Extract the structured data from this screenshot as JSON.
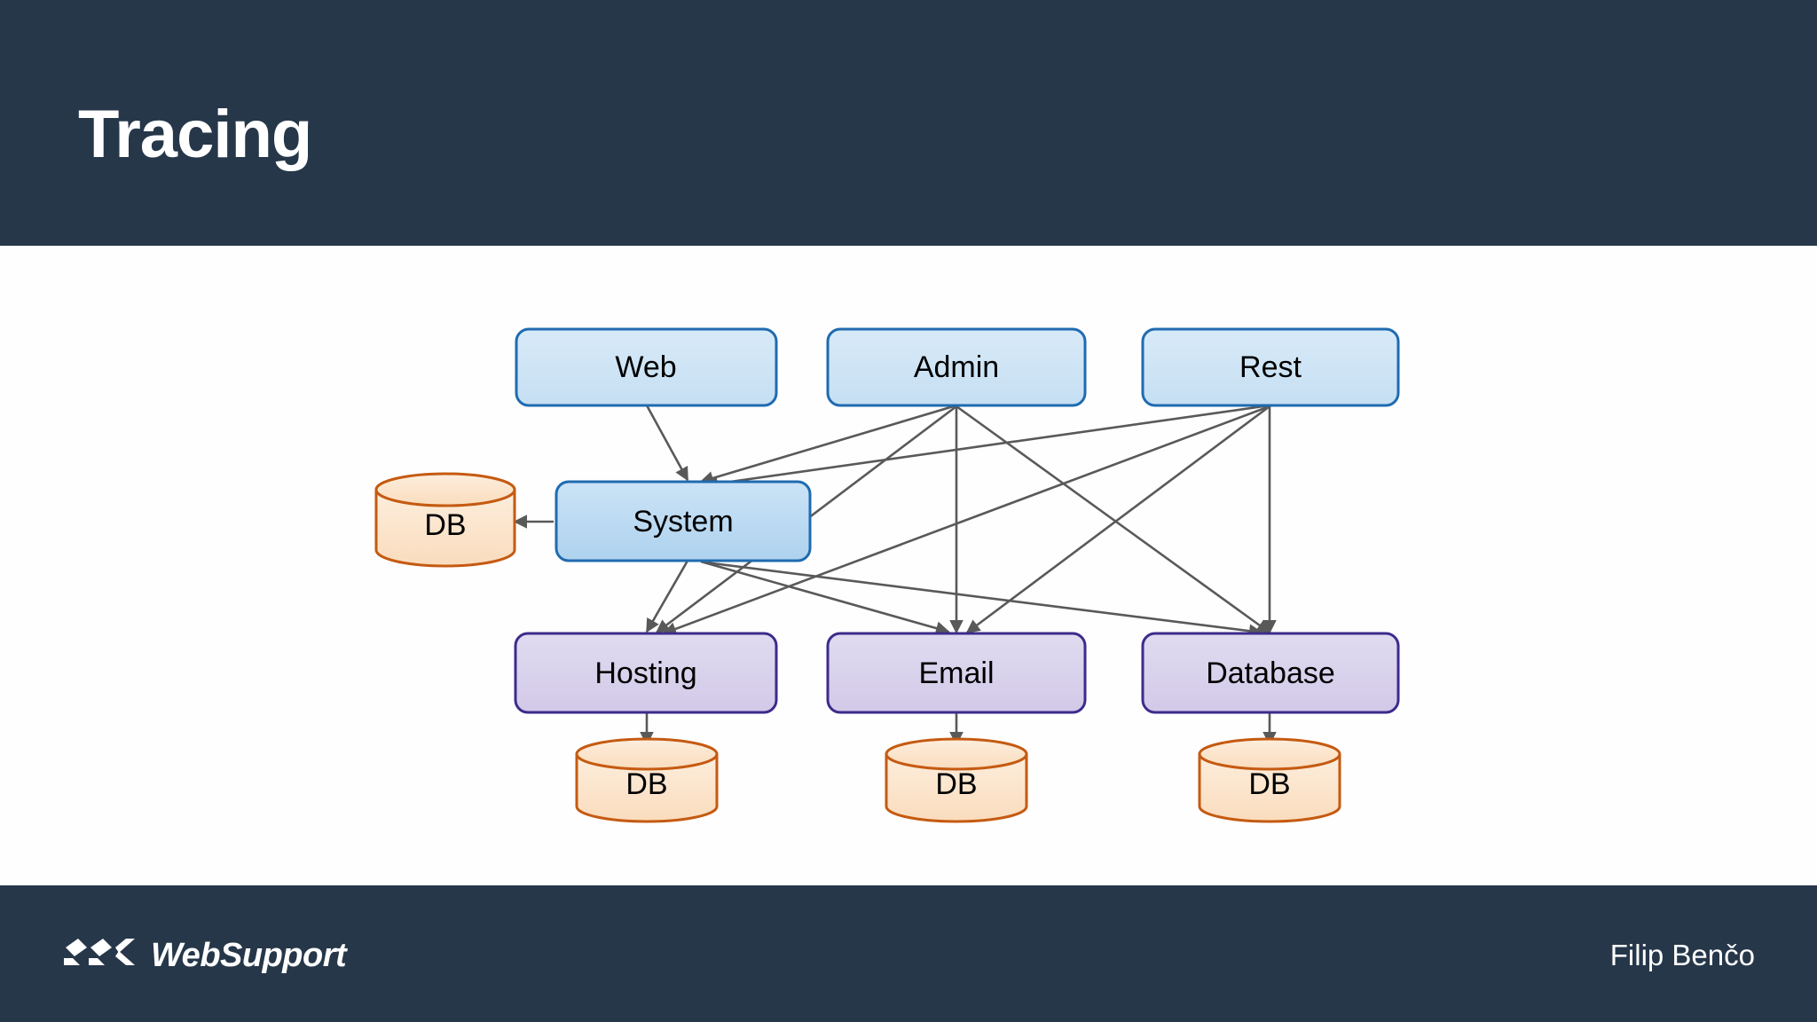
{
  "slide": {
    "title": "Tracing",
    "header_color": "#26374a",
    "content_background": "#fefefe"
  },
  "footer": {
    "brand_name": "WebSupport",
    "presenter": "Filip Benčo",
    "background_color": "#26374a"
  },
  "diagram": {
    "colors": {
      "frontend_fill": "#cfe2f3",
      "frontend_stroke": "#1f6bb0",
      "system_fill": "#b6d7ef",
      "system_stroke": "#1f6bb0",
      "service_fill": "#d9d2e9",
      "service_stroke": "#3d2b8c",
      "db_fill": "#fce5cd",
      "db_stroke": "#c55a11",
      "edge_stroke": "#595959"
    },
    "nodes": {
      "web": {
        "label": "Web",
        "type": "frontend"
      },
      "admin": {
        "label": "Admin",
        "type": "frontend"
      },
      "rest": {
        "label": "Rest",
        "type": "frontend"
      },
      "system": {
        "label": "System",
        "type": "system"
      },
      "hosting": {
        "label": "Hosting",
        "type": "service"
      },
      "email": {
        "label": "Email",
        "type": "service"
      },
      "database": {
        "label": "Database",
        "type": "service"
      },
      "system_db": {
        "label": "DB",
        "type": "datastore"
      },
      "hosting_db": {
        "label": "DB",
        "type": "datastore"
      },
      "email_db": {
        "label": "DB",
        "type": "datastore"
      },
      "database_db": {
        "label": "DB",
        "type": "datastore"
      }
    },
    "edges": [
      {
        "from": "web",
        "to": "system"
      },
      {
        "from": "admin",
        "to": "system"
      },
      {
        "from": "rest",
        "to": "system"
      },
      {
        "from": "admin",
        "to": "hosting"
      },
      {
        "from": "admin",
        "to": "email"
      },
      {
        "from": "admin",
        "to": "database"
      },
      {
        "from": "rest",
        "to": "hosting"
      },
      {
        "from": "rest",
        "to": "email"
      },
      {
        "from": "rest",
        "to": "database"
      },
      {
        "from": "system",
        "to": "hosting"
      },
      {
        "from": "system",
        "to": "email"
      },
      {
        "from": "system",
        "to": "database"
      },
      {
        "from": "system",
        "to": "system_db"
      },
      {
        "from": "hosting",
        "to": "hosting_db"
      },
      {
        "from": "email",
        "to": "email_db"
      },
      {
        "from": "database",
        "to": "database_db"
      }
    ]
  }
}
